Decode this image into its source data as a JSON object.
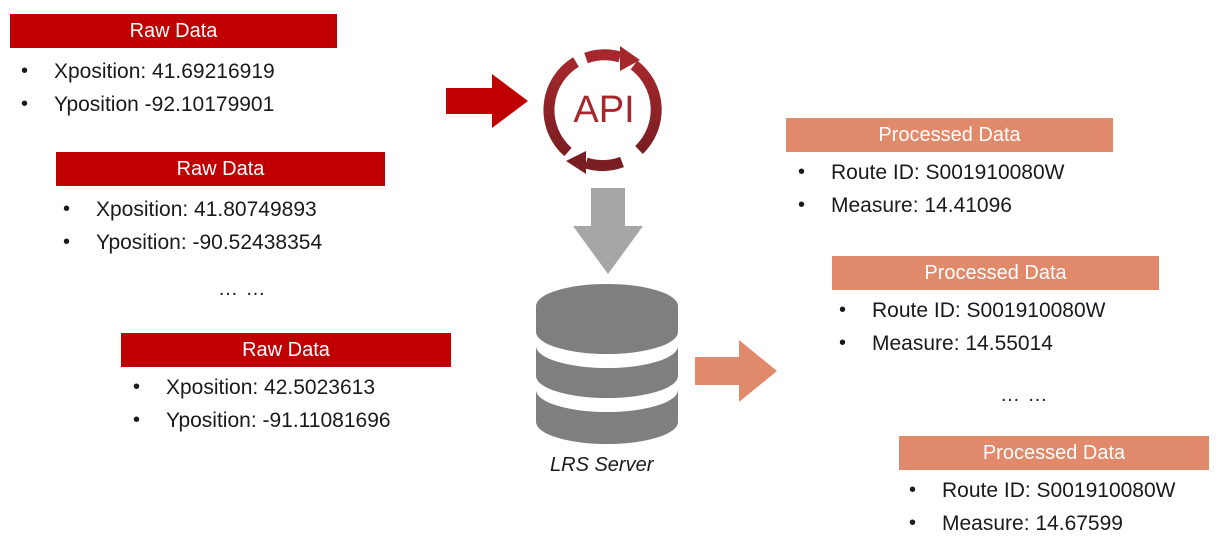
{
  "raw_blocks": [
    {
      "title": "Raw Data",
      "items": [
        "Xposition: 41.69216919",
        "Yposition -92.10179901"
      ]
    },
    {
      "title": "Raw Data",
      "items": [
        "Xposition: 41.80749893",
        "Yposition: -90.52438354"
      ]
    },
    {
      "title": "Raw Data",
      "items": [
        "Xposition: 42.5023613",
        "Yposition: -91.11081696"
      ]
    }
  ],
  "raw_ellipsis": "… …",
  "processed_blocks": [
    {
      "title": "Processed Data",
      "items": [
        "Route ID: S001910080W",
        "Measure: 14.41096"
      ]
    },
    {
      "title": "Processed Data",
      "items": [
        "Route ID: S001910080W",
        "Measure: 14.55014"
      ]
    },
    {
      "title": "Processed Data",
      "items": [
        "Route ID: S001910080W",
        "Measure: 14.67599"
      ]
    }
  ],
  "processed_ellipsis": "… …",
  "api": {
    "label": "API"
  },
  "server": {
    "label": "LRS Server"
  },
  "colors": {
    "raw": "#c00000",
    "processed": "#e08a6b",
    "arrow_gray": "#a6a6a6",
    "db_gray": "#7f7f7f"
  }
}
